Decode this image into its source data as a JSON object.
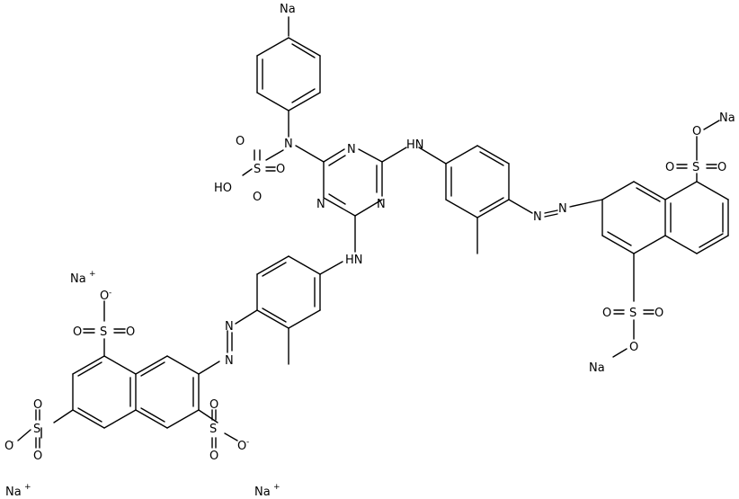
{
  "molecule": {
    "atoms": {
      "na_top": "Na",
      "n_amine": "N",
      "sulfo_s": "S",
      "sulfo_o_left": "O",
      "sulfo_o_right": "O",
      "sulfo_o_bottom": "O",
      "sulfo_ho": "HO",
      "triazine_n1": "N",
      "triazine_n2": "N",
      "triazine_n3": "N",
      "nh_right": "HN",
      "nh_left": "HN",
      "azo_right_n1": "N",
      "azo_right_n2": "N",
      "azo_left_n1": "N",
      "azo_left_n2": "N",
      "s_top_right": "S",
      "o_top_right_up": "O",
      "na_top_right": "Na",
      "o_top_right_l": "O",
      "o_top_right_r": "O",
      "s_mid_right": "S",
      "o_mid_right_l": "O",
      "o_mid_right_r": "O",
      "o_mid_right_down": "O",
      "na_mid_right": "Na",
      "s_left_top": "S",
      "o_left_top_up": "O",
      "o_left_top_l": "O",
      "o_left_top_r": "O",
      "s_left_bottom": "S",
      "o_left_bottom_l": "O",
      "o_left_bottom_up": "O",
      "o_left_bottom_down": "O",
      "s_mid_bottom": "S",
      "o_mid_bottom_up": "O",
      "o_mid_bottom_down": "O",
      "o_mid_bottom_r": "O"
    },
    "charges": {
      "neg": "-",
      "pos": "+"
    },
    "counter_ions": {
      "na_upper_left": "Na",
      "na_lower_left": "Na",
      "na_lower_mid": "Na"
    }
  }
}
